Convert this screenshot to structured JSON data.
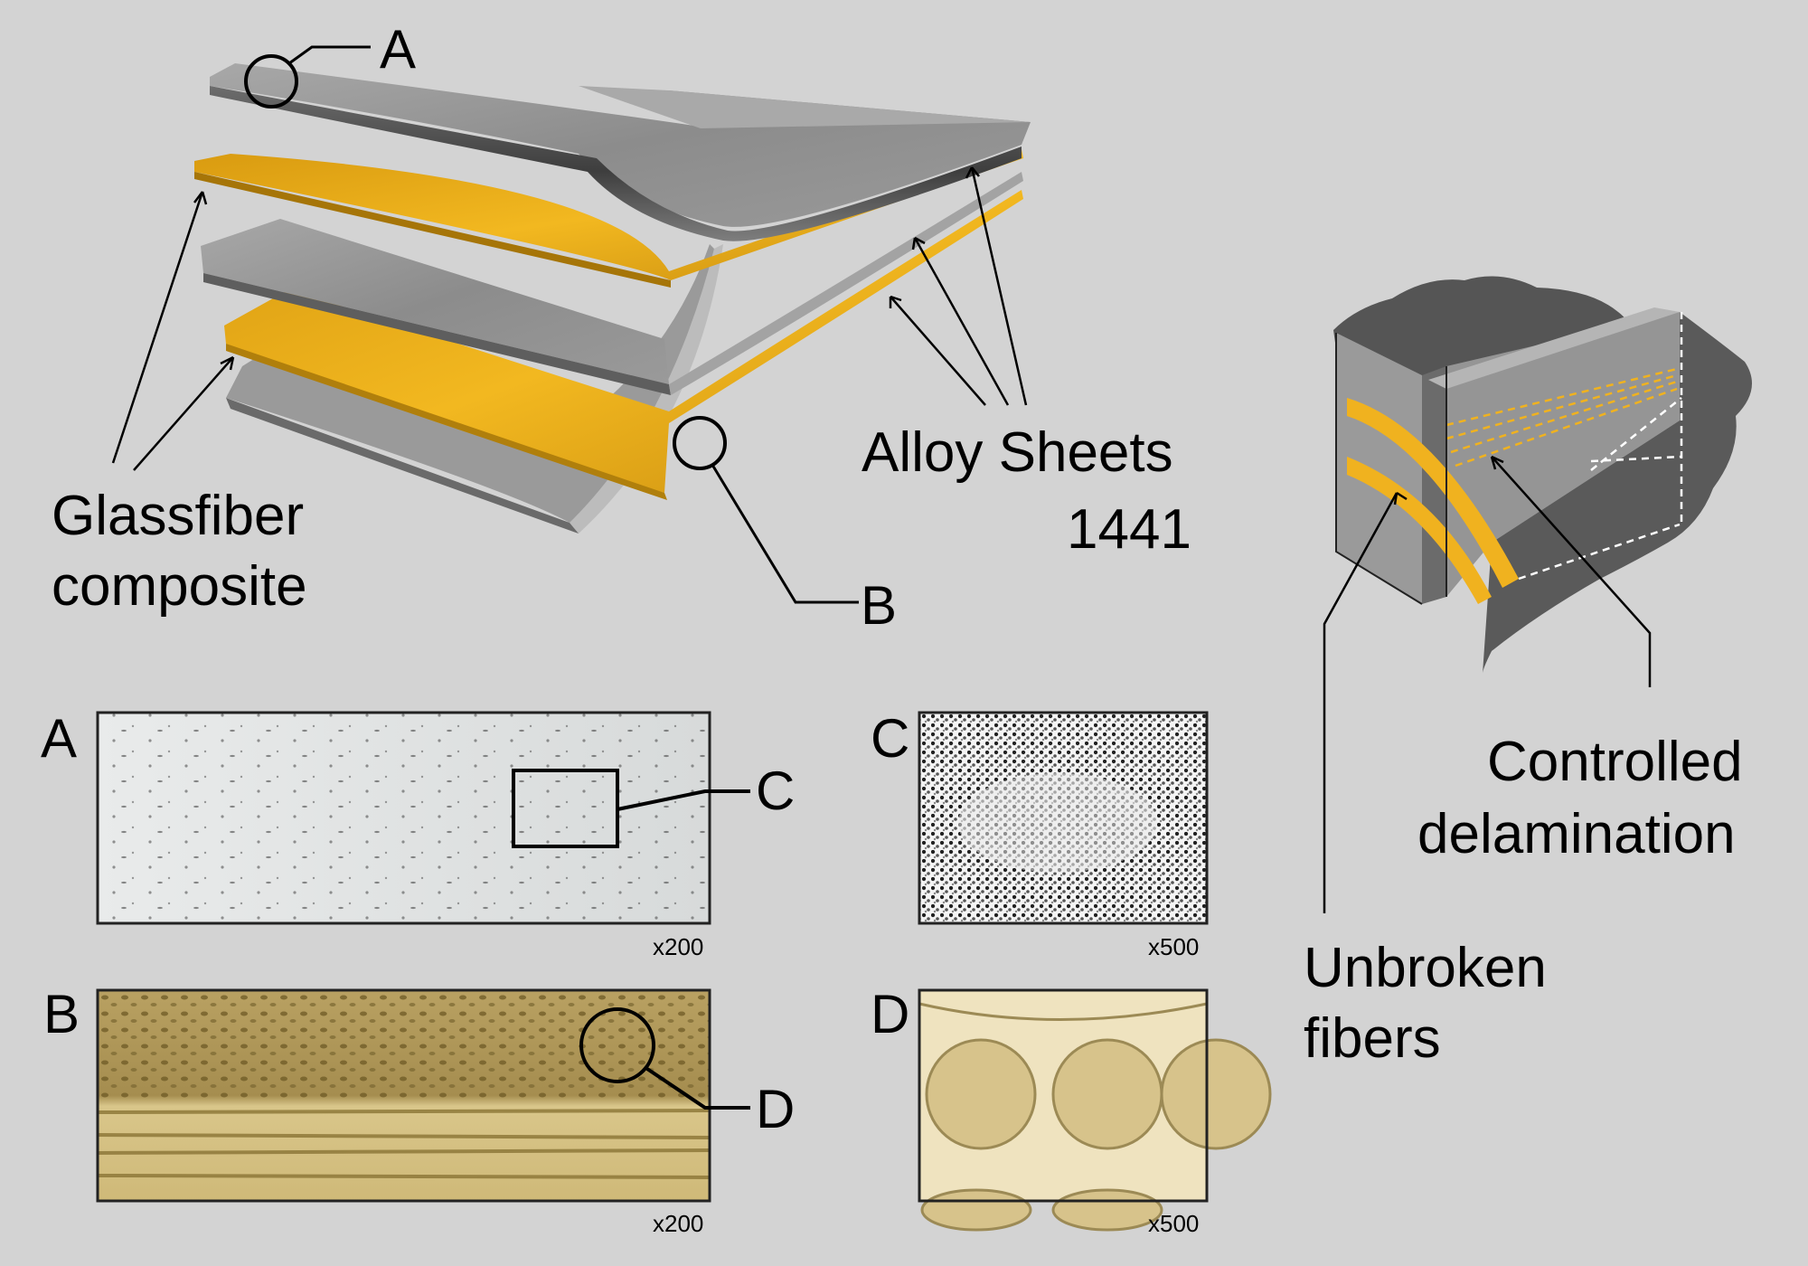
{
  "labels": {
    "callout_a": "A",
    "callout_b": "B",
    "glassfiber_line1": "Glassfiber",
    "glassfiber_line2": "composite",
    "alloy_line1": "Alloy Sheets",
    "alloy_line2": "1441",
    "controlled_line1": "Controlled",
    "controlled_line2": "delamination",
    "unbroken_line1": "Unbroken",
    "unbroken_line2": "fibers"
  },
  "panels": [
    {
      "id": "A",
      "letter": "A",
      "magnification": "x200",
      "callout": "C"
    },
    {
      "id": "B",
      "letter": "B",
      "magnification": "x200",
      "callout": "D"
    },
    {
      "id": "C",
      "letter": "C",
      "magnification": "x500"
    },
    {
      "id": "D",
      "letter": "D",
      "magnification": "x500"
    }
  ],
  "colors": {
    "background": "#d3d3d3",
    "alloy": "#8e8e8e",
    "glassfiber": "#f0b21f",
    "micrograph_alloy": "#e4e6e6",
    "micrograph_composite": "#c8b070",
    "dashed_alloy": "#ffffff",
    "dashed_fiber": "#f0b21f"
  }
}
